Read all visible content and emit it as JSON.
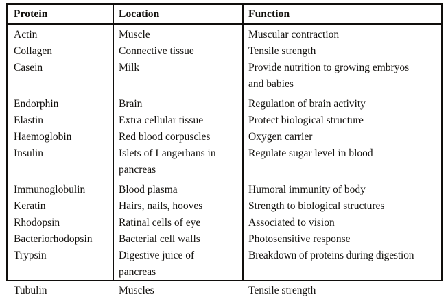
{
  "document": {
    "type": "printed-table",
    "title": "Protein Location Function table"
  },
  "table": {
    "columns": [
      "Protein",
      "Location",
      "Function"
    ],
    "rows": [
      {
        "protein": "Actin",
        "location": "Muscle",
        "function": "Muscular contraction"
      },
      {
        "protein": "Collagen",
        "location": "Connective tissue",
        "function": "Tensile strength"
      },
      {
        "protein": "Casein",
        "location": "Milk",
        "function": "Provide nutrition to growing embryos and babies",
        "function_line1": "Provide nutrition to growing embryos",
        "function_line2": "and babies"
      },
      {
        "protein": "Endorphin",
        "location": "Brain",
        "function": "Regulation of brain activity"
      },
      {
        "protein": "Elastin",
        "location": "Extra cellular tissue",
        "function": "Protect biological structure"
      },
      {
        "protein": "Haemoglobin",
        "location": "Red blood corpuscles",
        "function": "Oxygen carrier"
      },
      {
        "protein": "Insulin",
        "location": "Islets of Langerhans in pancreas",
        "location_line1": "Islets of Langerhans in",
        "location_line2": "pancreas",
        "function": "Regulate sugar level in blood"
      },
      {
        "protein": "Immunoglobulin",
        "location": "Blood plasma",
        "function": "Humoral immunity of body"
      },
      {
        "protein": "Keratin",
        "location": "Hairs, nails, hooves",
        "function": "Strength to biological structures"
      },
      {
        "protein": "Rhodopsin",
        "location": "Ratinal cells of eye",
        "function": "Associated to vision"
      },
      {
        "protein": "Bacteriorhodopsin",
        "location": "Bacterial cell walls",
        "function": "Photosensitive response"
      },
      {
        "protein": "Trypsin",
        "location": "Digestive juice of pancreas",
        "location_line1": "Digestive juice of",
        "location_line2": "pancreas",
        "function": "Breakdown of proteins during digestion"
      },
      {
        "protein": "Tubulin",
        "location": "Muscles",
        "function": "Tensile strength"
      }
    ]
  }
}
